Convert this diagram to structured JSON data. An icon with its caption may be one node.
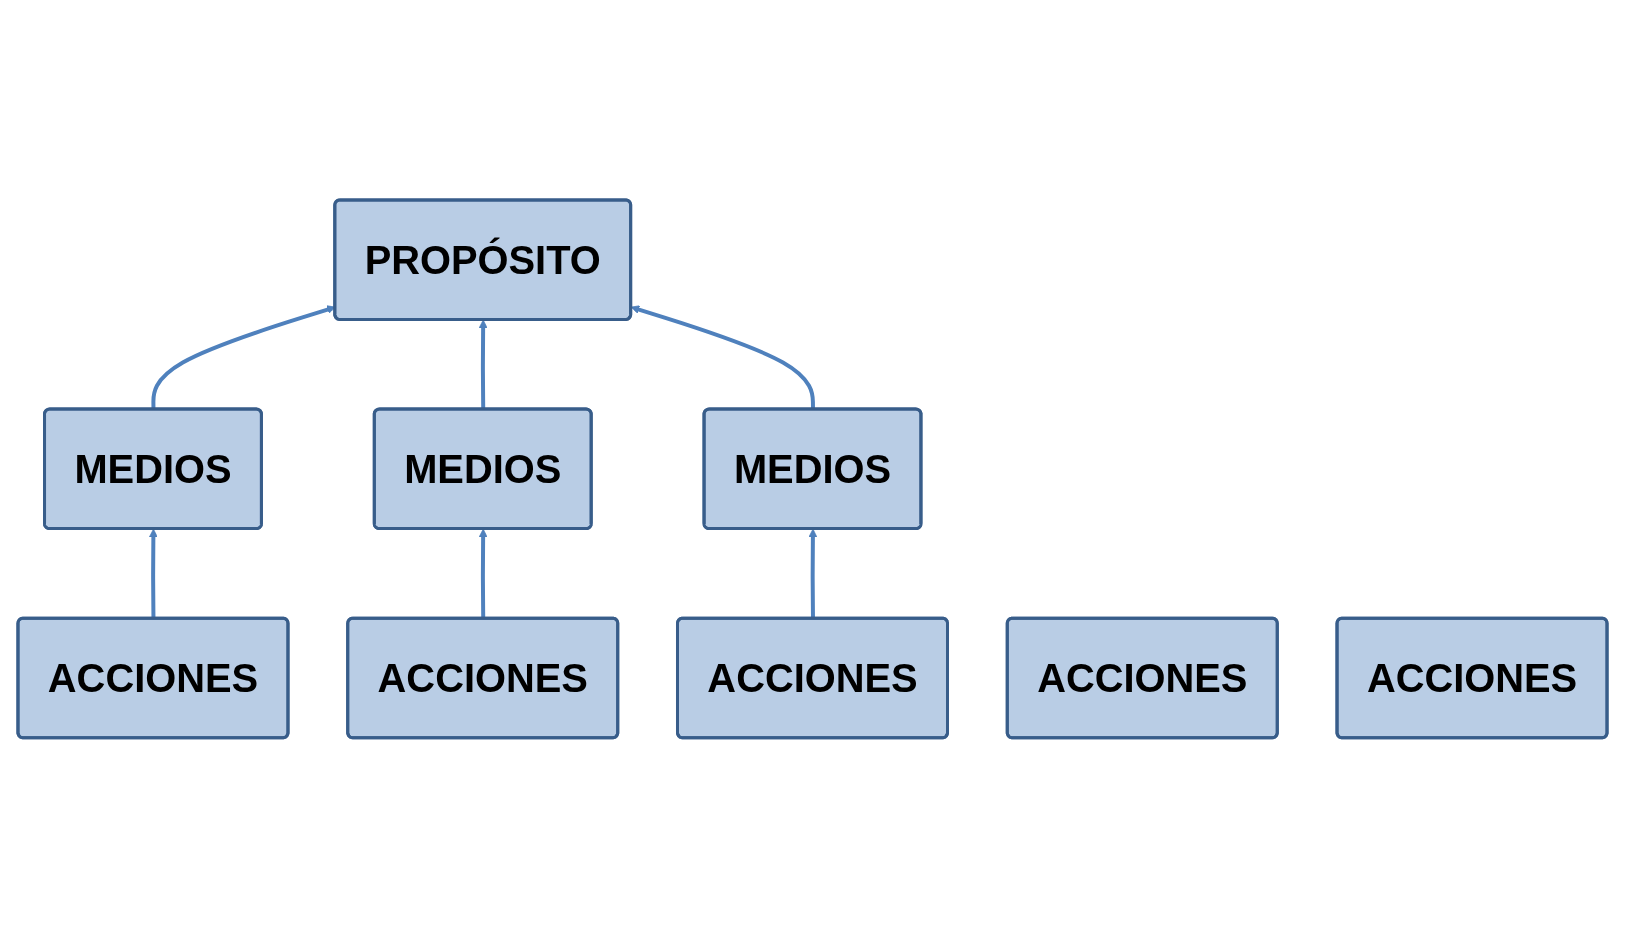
{
  "diagram": {
    "nodes": [
      {
        "text": [
          "PROPÓSITO"
        ]
      },
      {
        "text": [
          "MEDIOS"
        ]
      },
      {
        "text": [
          "MEDIOS"
        ]
      },
      {
        "text": [
          "MEDIOS"
        ]
      },
      {
        "text": [
          "ACCIONES"
        ]
      },
      {
        "text": [
          "ACCIONES"
        ]
      },
      {
        "text": [
          "ACCIONES"
        ]
      },
      {
        "text": [
          "ACCIONES"
        ]
      },
      {
        "text": [
          "ACCIONES"
        ]
      }
    ],
    "edges": [
      {
        "from": 1,
        "to": 0,
        "arrow": "to"
      },
      {
        "from": 2,
        "to": 0,
        "arrow": "to"
      },
      {
        "from": 3,
        "to": 0,
        "arrow": "to"
      },
      {
        "from": 4,
        "to": 1,
        "arrow": "to"
      },
      {
        "from": 5,
        "to": 2,
        "arrow": "to"
      },
      {
        "from": 6,
        "to": 3,
        "arrow": "to"
      }
    ]
  }
}
